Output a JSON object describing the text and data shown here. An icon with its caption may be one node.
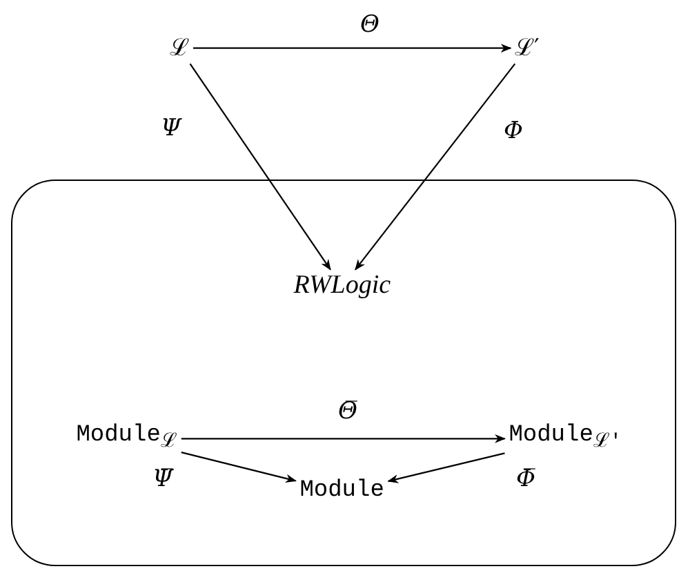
{
  "diagram": {
    "nodes": [
      {
        "text": [
          "ℒ"
        ]
      },
      {
        "text": [
          "ℒ′"
        ]
      },
      {
        "text": [],
        "shape": "box"
      },
      {
        "text": [
          "RWLogic"
        ],
        "in": 2
      },
      {
        "text": [
          "Module$_{ℒ}$"
        ],
        "in": 2
      },
      {
        "text": [
          "Module$_{ℒ′}$"
        ],
        "in": 2
      },
      {
        "text": [
          "Module"
        ],
        "in": 2
      }
    ],
    "edges": [
      {
        "from": 0,
        "to": 1,
        "arrow": "to",
        "label": "Θ"
      },
      {
        "from": 0,
        "to": 3,
        "arrow": "to",
        "label": "Ψ"
      },
      {
        "from": 1,
        "to": 3,
        "arrow": "to",
        "label": "Φ"
      },
      {
        "from": 4,
        "to": 5,
        "arrow": "to",
        "label": "Θ̅"
      },
      {
        "from": 4,
        "to": 6,
        "arrow": "to",
        "label": "Ψ̅"
      },
      {
        "from": 5,
        "to": 6,
        "arrow": "to",
        "label": "Φ̅"
      }
    ]
  }
}
